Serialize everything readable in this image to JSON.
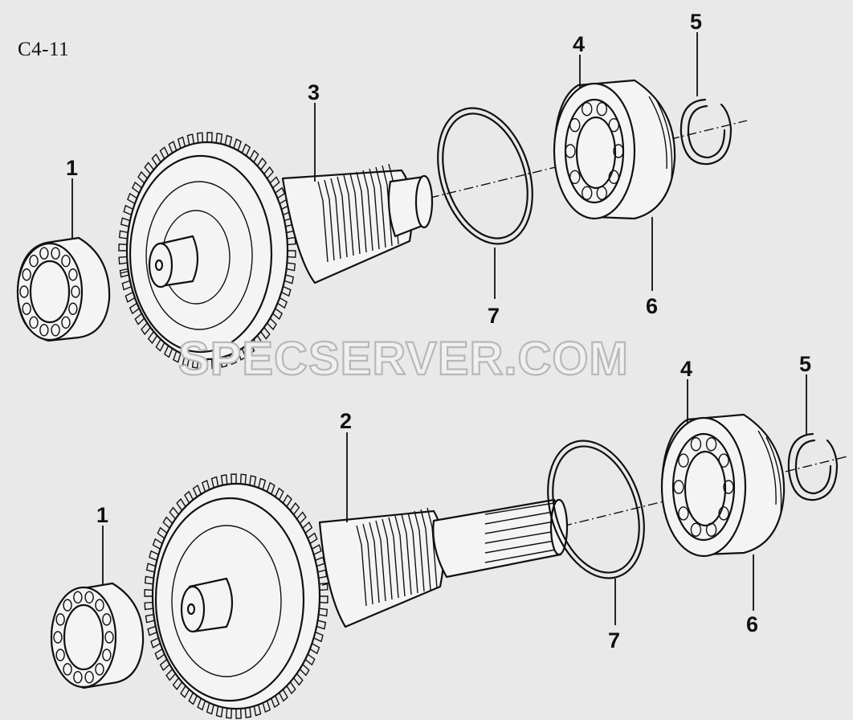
{
  "figure_code": "C4-11",
  "watermark": "SPECSERVER.COM",
  "callouts": {
    "upper": {
      "c1": "1",
      "c3": "3",
      "c4": "4",
      "c5": "5",
      "c6": "6",
      "c7": "7"
    },
    "lower": {
      "c1": "1",
      "c2": "2",
      "c4": "4",
      "c5": "5",
      "c6": "6",
      "c7": "7"
    }
  }
}
